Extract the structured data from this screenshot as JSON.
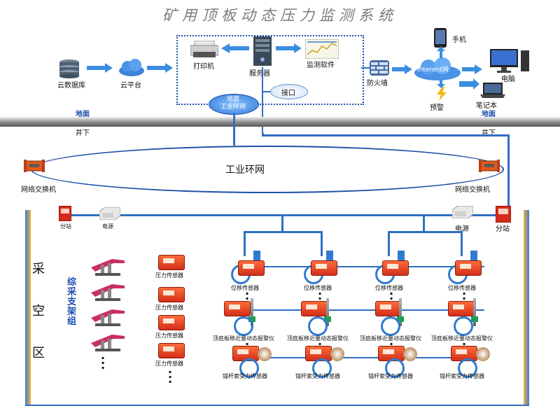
{
  "title": "矿用顶板动态压力监测系统",
  "top": {
    "cloud_db": "云数据库",
    "cloud_platform": "云平台",
    "printer": "打印机",
    "server": "服务器",
    "monitor_software": "监测软件",
    "interface": "接口",
    "surface_ring": "地面\n工业环网",
    "firewall": "防火墙",
    "internet": "Interent网",
    "phone": "手机",
    "computer": "电脑",
    "alarm": "预警",
    "laptop": "笔记本"
  },
  "ground": {
    "left_surface": "地面",
    "left_under": "井下",
    "right_surface": "地面",
    "right_under": "井下"
  },
  "ring": {
    "label": "工业环网",
    "left_switch": "网络交换机",
    "right_switch": "网络交换机"
  },
  "left_area": {
    "substation": "分站",
    "power": "电源",
    "mined_area": [
      "采",
      "空",
      "区"
    ],
    "support_group": [
      "综",
      "采",
      "支",
      "架",
      "组"
    ],
    "pressure_sensor": "压力传感器"
  },
  "right_area": {
    "power": "电源",
    "substation": "分站",
    "displacement_sensor": "位移传感器",
    "roof_alarm": "顶底板移近量动态报警仪",
    "bolt_sensor": "锚杆索受力传感器"
  },
  "colors": {
    "line_blue": "#2f6fc3",
    "sensor_red": "#e0401f",
    "label_blue": "#1b4db0"
  }
}
